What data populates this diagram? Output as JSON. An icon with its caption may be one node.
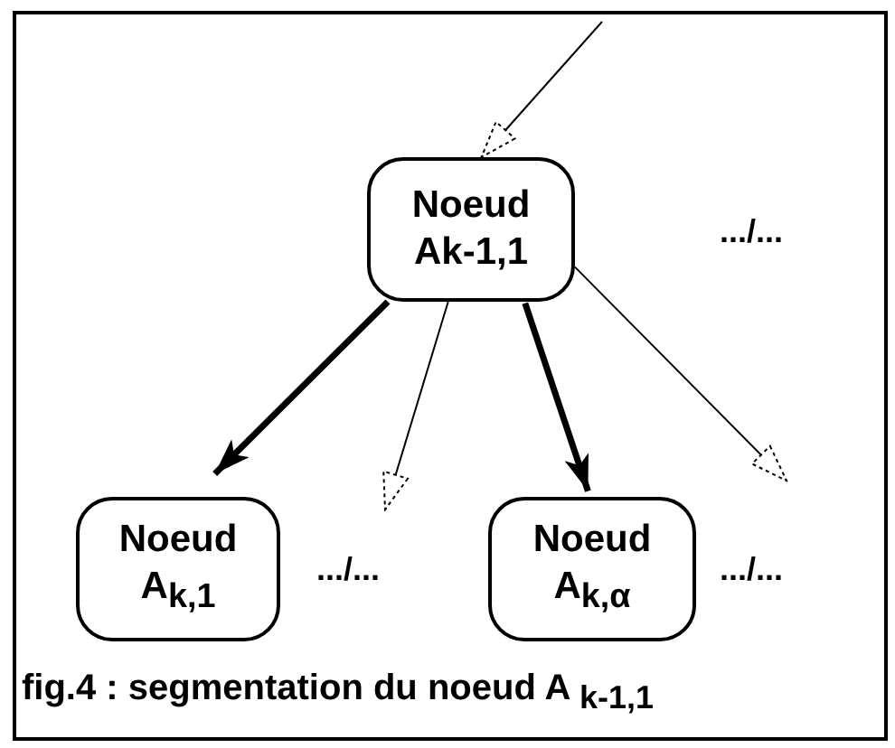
{
  "diagram": {
    "caption": "fig.4 : segmentation du noeud A $_{k-1,1}$",
    "nodes": [
      {
        "text": [
          "Noeud Ak-1,1"
        ]
      },
      {
        "text": [
          "Noeud A$_{k,1}$"
        ]
      },
      {
        "text": [
          "Noeud A$_{k,α}$"
        ]
      }
    ],
    "edges": [
      {
        "from": null,
        "to": 0,
        "arrow": "to"
      },
      {
        "from": 0,
        "to": 1,
        "arrow": "to",
        "style": "thick"
      },
      {
        "from": 0,
        "to": null,
        "arrow": "to"
      },
      {
        "from": 0,
        "to": 2,
        "arrow": "to",
        "style": "thick"
      },
      {
        "from": 0,
        "to": null,
        "arrow": "to"
      }
    ],
    "labels": [
      ".../...",
      ".../...",
      ".../..."
    ]
  }
}
